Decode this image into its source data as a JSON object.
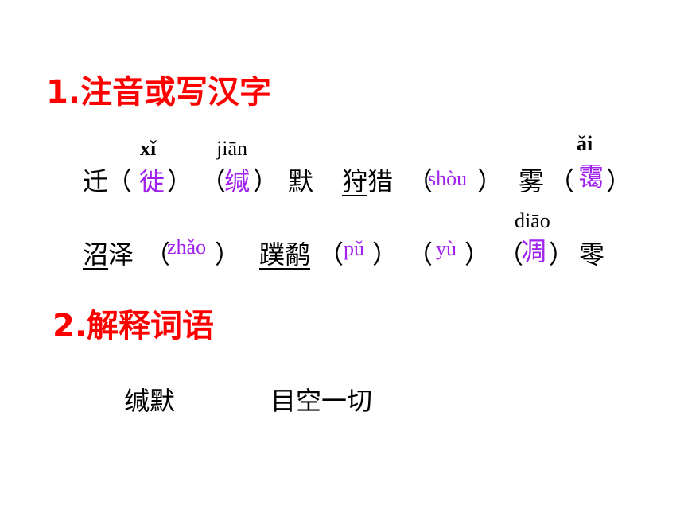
{
  "section1": {
    "title": "1.注音或写汉字",
    "row1": {
      "xi_pinyin": "xǐ",
      "item1_char": "迁",
      "open_paren": "（",
      "close_paren": "）",
      "item1_answer": "徙",
      "jian_pinyin": "jiān",
      "item2_answer": "缄",
      "item2_char": "默",
      "item3_chars": "狩猎",
      "item3_underlined": "狩",
      "item3_rest": "猎",
      "item3_answer": "shòu",
      "ai_pinyin": "ǎi",
      "item4_char": "雾",
      "item4_answer": "霭"
    },
    "row2": {
      "item5_underlined": "沼",
      "item5_rest": "泽",
      "item5_answer": "zhǎo",
      "item6_chars": "蹼鹬",
      "item6_answer": "pǔ",
      "item7_answer": "yù",
      "diao_pinyin": "diāo",
      "item8_answer": "凋",
      "item8_char": "零"
    }
  },
  "section2": {
    "title": "2.解释词语",
    "terms": [
      "缄默",
      "目空一切"
    ]
  },
  "colors": {
    "heading": "#ff0000",
    "answer": "#a020f0",
    "text": "#000000"
  }
}
